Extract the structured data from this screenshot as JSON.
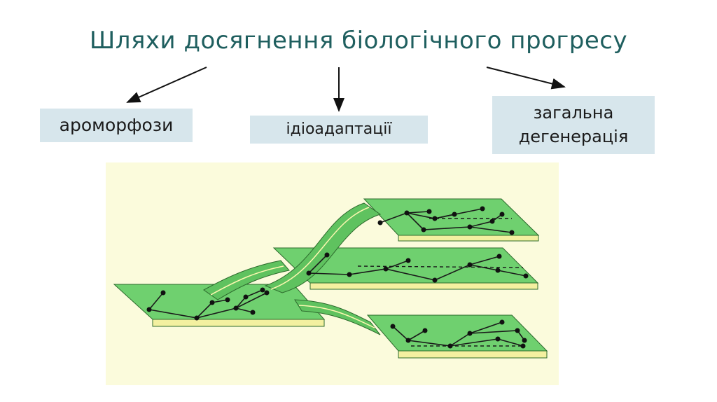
{
  "title": "Шляхи досягнення біологічного прогресу",
  "paths": {
    "aromorphosis": "ароморфози",
    "idioadaptation": "ідіоадаптації",
    "degeneration_line1": "загальна",
    "degeneration_line2": "дегенерація"
  },
  "colors": {
    "title": "#1f5f5f",
    "label_box": "#d7e6ec",
    "panel_bg": "#fbfbdc",
    "plate_top": "#6fd06f",
    "plate_edge": "#f3f0a0",
    "branch": "#1a1a1a"
  }
}
